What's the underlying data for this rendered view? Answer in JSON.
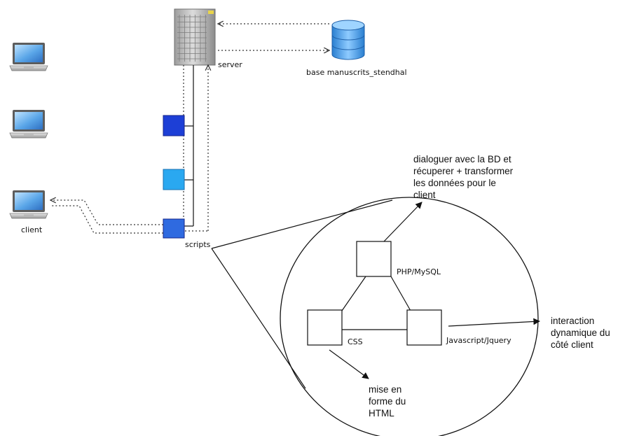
{
  "labels": {
    "server": "server",
    "database": "base manuscrits_stendhal",
    "client": "client",
    "scripts": "scripts",
    "php": "PHP/MySQL",
    "css": "CSS",
    "javascript": "Javascript/Jquery"
  },
  "notes": {
    "php": "dialoguer avec la BD et\nrécuperer + transformer\nles données pour le\nclient",
    "javascript": "interaction\ndynamique du\ncôté client",
    "css": "mise en\nforme du\nHTML"
  },
  "icons": {
    "laptop": "laptop-icon",
    "server": "server-tower-icon",
    "database": "database-cylinder-icon"
  },
  "colors": {
    "script_dark_blue": "#1d3fd6",
    "script_light_blue": "#2aa8f0",
    "script_mid_blue": "#2f6ae0",
    "line": "#111111"
  }
}
